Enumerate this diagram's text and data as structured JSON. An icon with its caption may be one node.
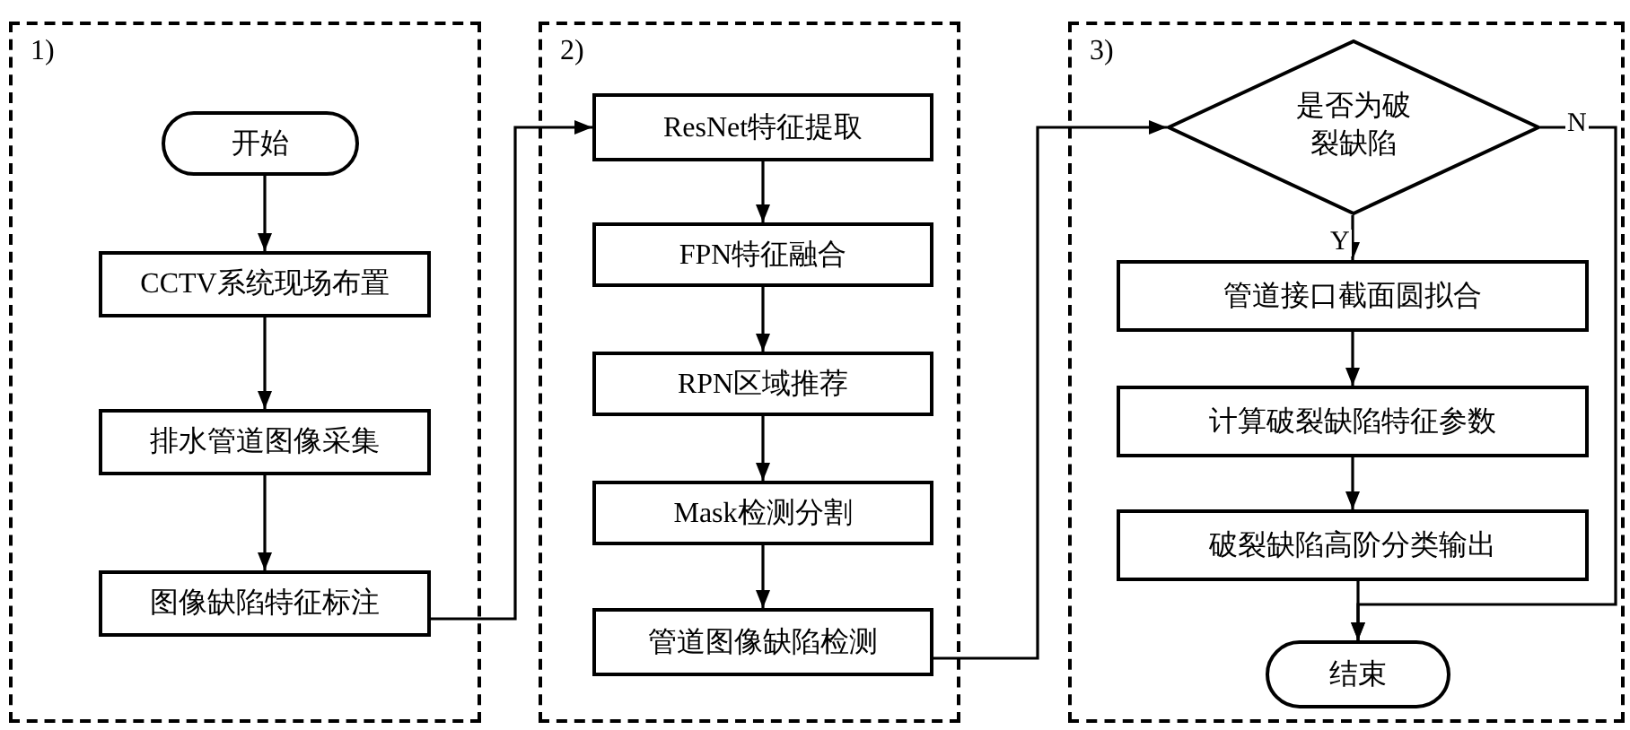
{
  "diagram": {
    "nodes": [
      {
        "text": [
          "1)"
        ]
      },
      {
        "text": [
          "开始"
        ],
        "in": 0
      },
      {
        "text": [
          "CCTV系统现场布置"
        ],
        "in": 0
      },
      {
        "text": [
          "排水管道图像采集"
        ],
        "in": 0
      },
      {
        "text": [
          "图像缺陷特征标注"
        ],
        "in": 0
      },
      {
        "text": [
          "2)"
        ]
      },
      {
        "text": [
          "ResNet特征提取"
        ],
        "in": 5
      },
      {
        "text": [
          "FPN特征融合"
        ],
        "in": 5
      },
      {
        "text": [
          "RPN区域推荐"
        ],
        "in": 5
      },
      {
        "text": [
          "Mask检测分割"
        ],
        "in": 5
      },
      {
        "text": [
          "管道图像缺陷检测"
        ],
        "in": 5
      },
      {
        "text": [
          "3)"
        ]
      },
      {
        "text": [
          "是否为破裂缺陷"
        ],
        "in": 11
      },
      {
        "text": [
          "管道接口截面圆拟合"
        ],
        "in": 11
      },
      {
        "text": [
          "计算破裂缺陷特征参数"
        ],
        "in": 11
      },
      {
        "text": [
          "破裂缺陷高阶分类输出"
        ],
        "in": 11
      },
      {
        "text": [
          "结束"
        ],
        "in": 11
      }
    ],
    "edges": [
      {
        "from": 1,
        "to": 2,
        "arrow": "to"
      },
      {
        "from": 2,
        "to": 3,
        "arrow": "to"
      },
      {
        "from": 3,
        "to": 4,
        "arrow": "to"
      },
      {
        "from": 4,
        "to": 6,
        "arrow": "to"
      },
      {
        "from": 6,
        "to": 7,
        "arrow": "to"
      },
      {
        "from": 7,
        "to": 8,
        "arrow": "to"
      },
      {
        "from": 8,
        "to": 9,
        "arrow": "to"
      },
      {
        "from": 9,
        "to": 10,
        "arrow": "to"
      },
      {
        "from": 10,
        "to": 12,
        "arrow": "to"
      },
      {
        "from": 12,
        "to": 13,
        "arrow": "to",
        "label": "Y"
      },
      {
        "from": 13,
        "to": 14,
        "arrow": "to"
      },
      {
        "from": 14,
        "to": 15,
        "arrow": "to"
      },
      {
        "from": 15,
        "to": 16,
        "arrow": "to"
      },
      {
        "from": 12,
        "to": 16,
        "arrow": "to",
        "label": "N"
      }
    ]
  }
}
